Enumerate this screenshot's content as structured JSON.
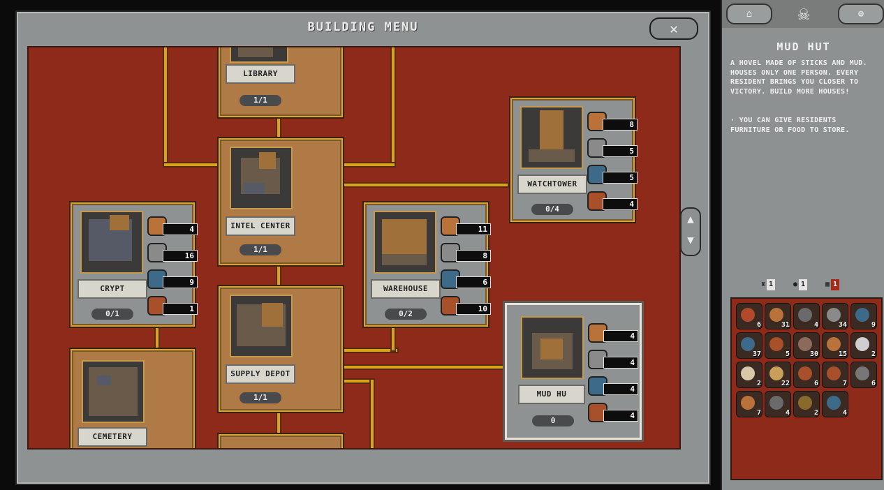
{
  "window": {
    "title": "BUILDING MENU",
    "close_glyph": "✕",
    "scroll_up": "▲",
    "scroll_down": "▼"
  },
  "buildings": {
    "library": {
      "label": "LIBRARY",
      "count": "1/1"
    },
    "intel_center": {
      "label": "INTEL CENTER",
      "count": "1/1"
    },
    "crypt": {
      "label": "CRYPT",
      "count": "0/1",
      "costs": [
        "4",
        "16",
        "9",
        "1"
      ]
    },
    "warehouse": {
      "label": "WAREHOUSE",
      "count": "0/2",
      "costs": [
        "11",
        "8",
        "6",
        "10"
      ]
    },
    "watchtower": {
      "label": "WATCHTOWER",
      "count": "0/4",
      "costs": [
        "8",
        "5",
        "5",
        "4"
      ]
    },
    "supply_depot": {
      "label": "SUPPLY DEPOT",
      "count": "1/1"
    },
    "mud_hut": {
      "label": "MUD HU",
      "count": "0",
      "costs": [
        "4",
        "4",
        "4",
        "4"
      ]
    },
    "cemetery": {
      "label": "CEMETERY"
    }
  },
  "side": {
    "name": "MUD HUT",
    "description": "A HOVEL MADE OF STICKS AND MUD. HOUSES ONLY ONE PERSON. EVERY RESIDENT BRINGS YOU CLOSER TO VICTORY. BUILD MORE HOUSES!",
    "note": "· YOU CAN GIVE RESIDENTS FURNITURE OR FOOD TO STORE.",
    "stats": [
      "1",
      "1",
      "1"
    ],
    "inventory": [
      "6",
      "31",
      "4",
      "34",
      "9",
      "37",
      "5",
      "30",
      "15",
      "2",
      "2",
      "22",
      "6",
      "7",
      "6",
      "7",
      "4",
      "2",
      "4"
    ]
  },
  "colors": {
    "board": "#8e2a1a",
    "frame": "#8f9292",
    "wire": "#d8a31a",
    "selected_border": "#e8e2d8"
  }
}
